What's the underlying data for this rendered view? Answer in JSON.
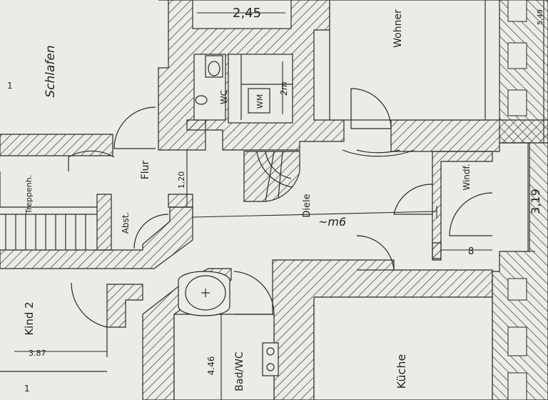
{
  "rooms": {
    "schlafen": "Schlafen",
    "wohnen": "Wohner",
    "flur": "Flur",
    "treppenhaus": "Treppenh.",
    "abstell": "Abst.",
    "diele": "Diele",
    "windfang": "Windf.",
    "kind2": "Kind 2",
    "bad_wc": "Bad/WC",
    "kueche": "Küche",
    "wc": "WC",
    "wm": "WM"
  },
  "dimensions": {
    "d_245": "2,45",
    "d_120": "1,20",
    "d_2m": "2m",
    "d_diele": "~m6",
    "d_387": "3.87",
    "d_446": "4.46",
    "d_549": "5,49",
    "d_319": "3,19",
    "d_8": "8"
  },
  "margin_marks": {
    "left_1": "1",
    "left_1b": "1"
  },
  "colors": {
    "paper": "#ecebe6",
    "ink": "#2a2a2a",
    "hatch": "#3a3a3a"
  }
}
